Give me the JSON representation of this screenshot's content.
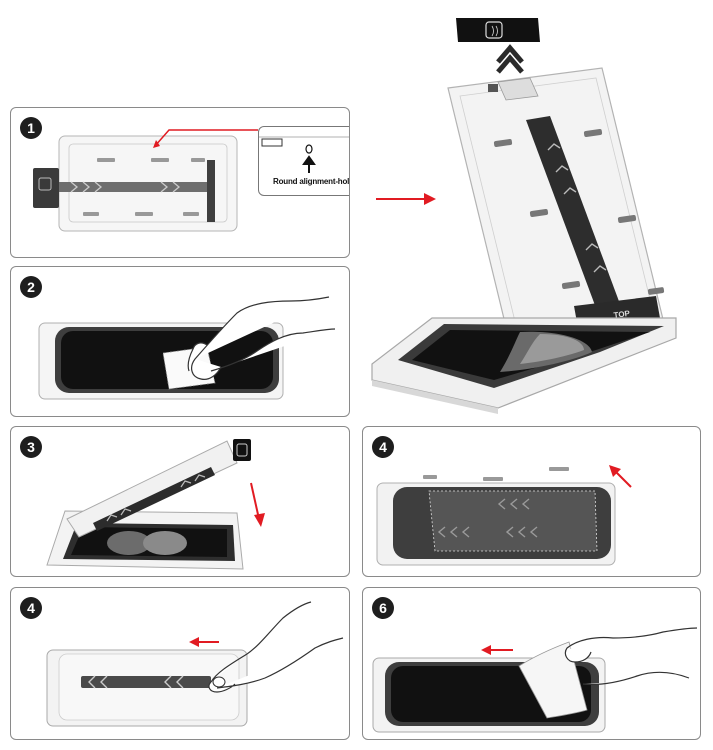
{
  "steps": [
    {
      "number": "1",
      "callout_label": "Round alignment-hole"
    },
    {
      "number": "2"
    },
    {
      "number": "3"
    },
    {
      "number": "4"
    },
    {
      "number": "4"
    },
    {
      "number": "6"
    }
  ],
  "big_view": {
    "top_label": "TOP"
  },
  "colors": {
    "accent_red": "#e11b22",
    "panel_border": "#8a8a8a",
    "dark": "#1e1e1e"
  }
}
